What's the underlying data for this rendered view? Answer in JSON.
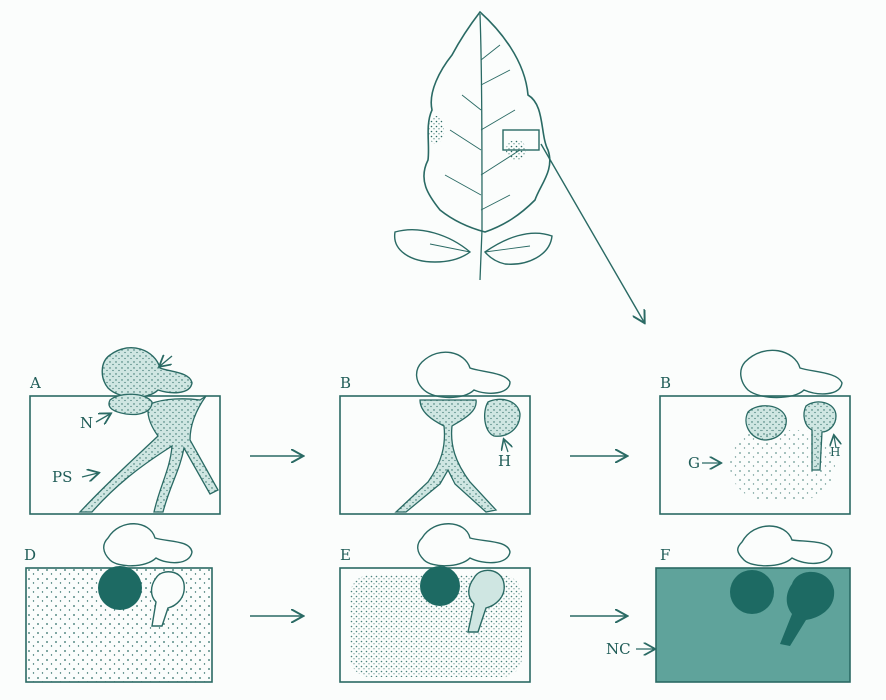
{
  "colors": {
    "ink": "#2a6a64",
    "fill_dark": "#1d6a63",
    "fill_mid": "#5fa39b",
    "fill_light": "#cfe6e2",
    "paper": "#fbfdfc"
  },
  "panels": [
    {
      "id": "A",
      "label": "A"
    },
    {
      "id": "B1",
      "label": "B"
    },
    {
      "id": "B2",
      "label": "B"
    },
    {
      "id": "D",
      "label": "D"
    },
    {
      "id": "E",
      "label": "E"
    },
    {
      "id": "F",
      "label": "F"
    }
  ],
  "annotations": {
    "nucleus": "N",
    "pseudoplasmodium": "PS",
    "haustorium_b1": "H",
    "haustorium_b2": "H",
    "granules": "G",
    "necrosis": "NC"
  }
}
